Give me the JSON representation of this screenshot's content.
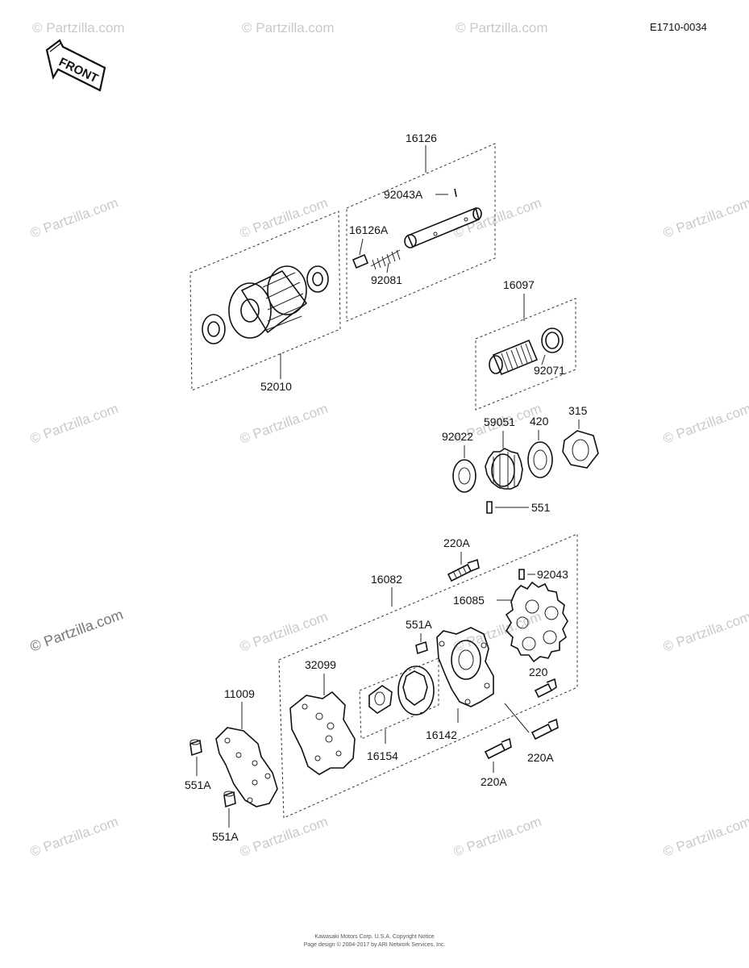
{
  "document_id": "E1710-0034",
  "front_label": "FRONT",
  "watermark": "© Partzilla.com",
  "part_labels": {
    "p16126": "16126",
    "p92043A": "92043A",
    "p16126A": "16126A",
    "p92081": "92081",
    "p52010": "52010",
    "p16097": "16097",
    "p92071": "92071",
    "p92022": "92022",
    "p59051": "59051",
    "p420": "420",
    "p315": "315",
    "p551": "551",
    "p220A_top": "220A",
    "p92043": "92043",
    "p16082": "16082",
    "p16085": "16085",
    "p551A_mid": "551A",
    "p32099": "32099",
    "p11009": "11009",
    "p220": "220",
    "p16142": "16142",
    "p16154": "16154",
    "p220A_right": "220A",
    "p220A_bottom": "220A",
    "p551A_left": "551A",
    "p551A_bottom": "551A"
  },
  "footer": {
    "line1": "Kawasaki Motors Corp. U.S.A. Copyright Notice",
    "line2": "Page design © 2004-2017 by ARI Network Services, Inc."
  }
}
